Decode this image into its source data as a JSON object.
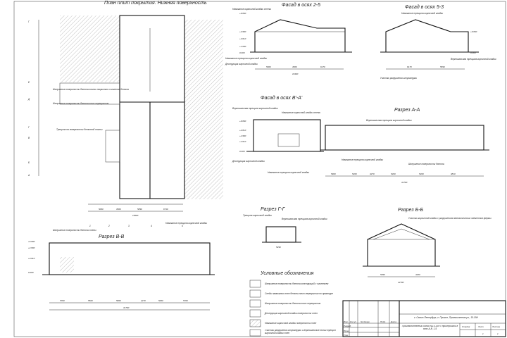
{
  "titles": {
    "plan": "План плит покрытия. Нижняя поверхность",
    "facade_25": "Фасад в осях 2-5",
    "facade_53": "Фасад в осях 5-3",
    "facade_va": "Фасад в осях В'-А'",
    "section_aa": "Разрез А-А",
    "section_gg": "Разрез Г-Г",
    "section_bb": "Разрез Б-Б",
    "section_vv": "Разрез В-В",
    "legend": "Условные обозначения"
  },
  "plan": {
    "axes_left": [
      "Г",
      "Е",
      "Д",
      "Г",
      "В",
      "Б",
      "А"
    ],
    "axes_bottom": [
      "1",
      "2",
      "3",
      "4",
      "5"
    ],
    "dims_bottom": [
      "5000",
      "3500",
      "5890",
      "6710"
    ],
    "dim_total": "15600",
    "notes": [
      "Шелушение поверхности бетона плиты покрытия и оголение бетона",
      "Шелушение поверхности бетона плит перекрытия",
      "Трещина на поверхности бетонной плиты"
    ]
  },
  "facade_25": {
    "levels": [
      "+6.800",
      "+3.980",
      "+3.610",
      "+1.000",
      "0.000"
    ],
    "dims": [
      "5900",
      "4500",
      "6170"
    ],
    "total": "16400",
    "notes": [
      "Намокание кирпичной кладки стены",
      "Намокание трещина кирпичной кладки",
      "Деструкция кирпичной кладки"
    ]
  },
  "facade_53": {
    "levels": [
      "+6.800",
      "0.000"
    ],
    "dims": [
      "6170",
      "5890"
    ],
    "notes": [
      "Намокание трещина кирпичной кладки",
      "Вертикальная трещина кирпичной кладки",
      "Участки разрушения штукатурки"
    ]
  },
  "facade_va": {
    "levels": [
      "+6.800",
      "+4.810",
      "+2.980",
      "+2.610",
      "0.000"
    ],
    "notes": [
      "Вертикальная трещина кирпичной кладки",
      "Намокание кирпичной кладки стены",
      "Деструкция кирпичной кладки",
      "Намокание трещина кирпичной кладки"
    ]
  },
  "section_aa": {
    "dims": [
      "5900",
      "5200",
      "3270",
      "5200",
      "5200",
      "3810"
    ],
    "total": "31700",
    "notes": [
      "Вертикальная трещина кирпичной кладки",
      "Намокание трещина кирпичной кладки",
      "Шелушение поверхности бетона"
    ]
  },
  "section_gg": {
    "dim": "5290",
    "notes": [
      "Трещина кирпичной кладки",
      "Вертикальная трещина кирпичной кладки"
    ]
  },
  "section_bb": {
    "dims": [
      "5990",
      "4200"
    ],
    "total": "12700",
    "notes": [
      "Участки кирпичной кладки с разрушением металлических элементов фермы"
    ]
  },
  "section_vv": {
    "levels": [
      "+6.800",
      "+4.800",
      "+3.610",
      "0.000"
    ],
    "dims": [
      "5700",
      "5500",
      "5800",
      "2270",
      "5000",
      "5700"
    ],
    "total": "31700",
    "notes": [
      "Шелушение поверхности бетона стены",
      "Намокание трещина кирпичной кладки"
    ]
  },
  "legend": {
    "items": [
      "Шелушение поверхности бетона конструкций с оголением",
      "Следы намокания стен бетона плит перекрытия по арматуре",
      "Шелушение поверхности бетона плит перекрытия",
      "Деструкция кирпичной кладки поверхности стен",
      "Намокание кирпичной кладки поверхности стен",
      "Участки разрушения штукатурки и вертикальные линии трещин кирпичной кладки стен"
    ]
  },
  "title_block": {
    "address": "г. Санкт-Петербург, г. Пушкин, Промышленная ул., 15-15Н",
    "object": "Производственный склад №15-15Н с пристройкой в осях А-В, 1-5",
    "headers": [
      "Изм",
      "Кол.уч",
      "№ докум.",
      "Подп.",
      "Дата"
    ],
    "roles": [
      "Разраб.",
      "Пров.",
      "Утв."
    ],
    "stage_label": "Стадия",
    "sheet_label": "Лист",
    "sheets_label": "Листов",
    "sheet": "1",
    "sheets": "1"
  }
}
